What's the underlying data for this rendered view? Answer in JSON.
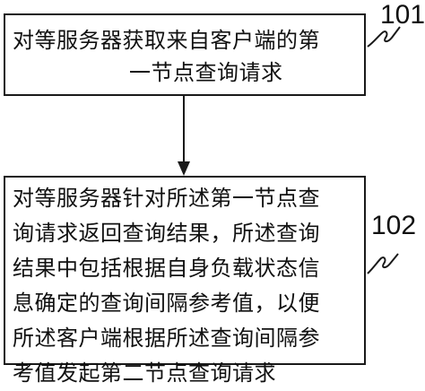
{
  "steps": [
    {
      "ref": "101",
      "lines": [
        "对等服务器获取来自客户端的第",
        "一节点查询请求"
      ]
    },
    {
      "ref": "102",
      "lines": [
        "对等服务器针对所述第一节点查",
        "询请求返回查询结果，所述查询",
        "结果中包括根据自身负载状态信",
        "息确定的查询间隔参考值，以便",
        "所述客户端根据所述查询间隔参",
        "考值发起第二节点查询请求"
      ]
    }
  ]
}
